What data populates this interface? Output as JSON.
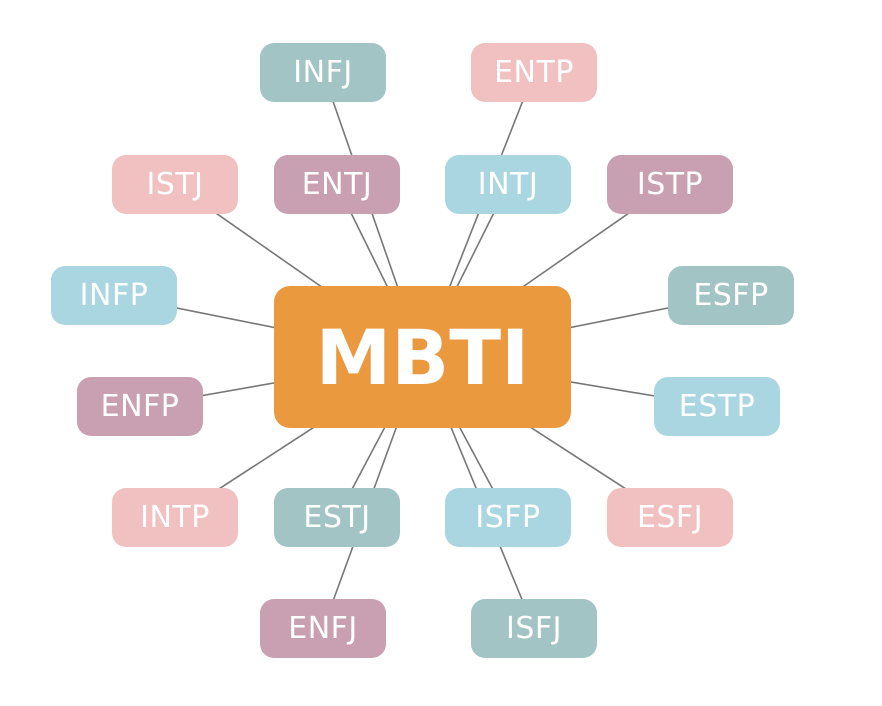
{
  "center": {
    "label": "MBTI",
    "color": "#ea993f"
  },
  "colors": {
    "teal": "#a3c4c5",
    "pink": "#f1c0c0",
    "mauve": "#c9a0b1",
    "blue": "#a9d6e0",
    "line": "#777777"
  },
  "nodes": [
    {
      "label": "INFJ",
      "color": "teal"
    },
    {
      "label": "ENTP",
      "color": "pink"
    },
    {
      "label": "ISTJ",
      "color": "pink"
    },
    {
      "label": "ENTJ",
      "color": "mauve"
    },
    {
      "label": "INTJ",
      "color": "blue"
    },
    {
      "label": "ISTP",
      "color": "mauve"
    },
    {
      "label": "INFP",
      "color": "blue"
    },
    {
      "label": "ESFP",
      "color": "teal"
    },
    {
      "label": "ENFP",
      "color": "mauve"
    },
    {
      "label": "ESTP",
      "color": "blue"
    },
    {
      "label": "INTP",
      "color": "pink"
    },
    {
      "label": "ESTJ",
      "color": "teal"
    },
    {
      "label": "ISFP",
      "color": "blue"
    },
    {
      "label": "ESFJ",
      "color": "pink"
    },
    {
      "label": "ENFJ",
      "color": "mauve"
    },
    {
      "label": "ISFJ",
      "color": "teal"
    }
  ]
}
